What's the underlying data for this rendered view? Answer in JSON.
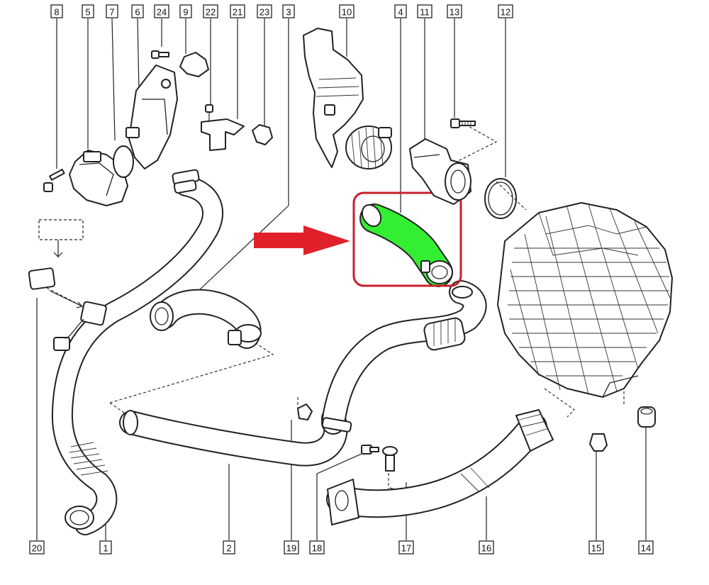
{
  "diagram": {
    "callouts": [
      {
        "id": "c8",
        "label": "8"
      },
      {
        "id": "c5",
        "label": "5"
      },
      {
        "id": "c7",
        "label": "7"
      },
      {
        "id": "c6",
        "label": "6"
      },
      {
        "id": "c24",
        "label": "24"
      },
      {
        "id": "c9",
        "label": "9"
      },
      {
        "id": "c22",
        "label": "22"
      },
      {
        "id": "c21",
        "label": "21"
      },
      {
        "id": "c23",
        "label": "23"
      },
      {
        "id": "c3",
        "label": "3"
      },
      {
        "id": "c10",
        "label": "10"
      },
      {
        "id": "c4",
        "label": "4"
      },
      {
        "id": "c11",
        "label": "11"
      },
      {
        "id": "c13",
        "label": "13"
      },
      {
        "id": "c12",
        "label": "12"
      },
      {
        "id": "c20",
        "label": "20"
      },
      {
        "id": "c1",
        "label": "1"
      },
      {
        "id": "c2",
        "label": "2"
      },
      {
        "id": "c19",
        "label": "19"
      },
      {
        "id": "c18",
        "label": "18"
      },
      {
        "id": "c17",
        "label": "17"
      },
      {
        "id": "c16",
        "label": "16"
      },
      {
        "id": "c15",
        "label": "15"
      },
      {
        "id": "c14",
        "label": "14"
      }
    ],
    "colors": {
      "highlight_part": "#33ee33",
      "highlight_frame": "#c8202a",
      "arrow": "#e0202a",
      "line": "#222222"
    }
  }
}
